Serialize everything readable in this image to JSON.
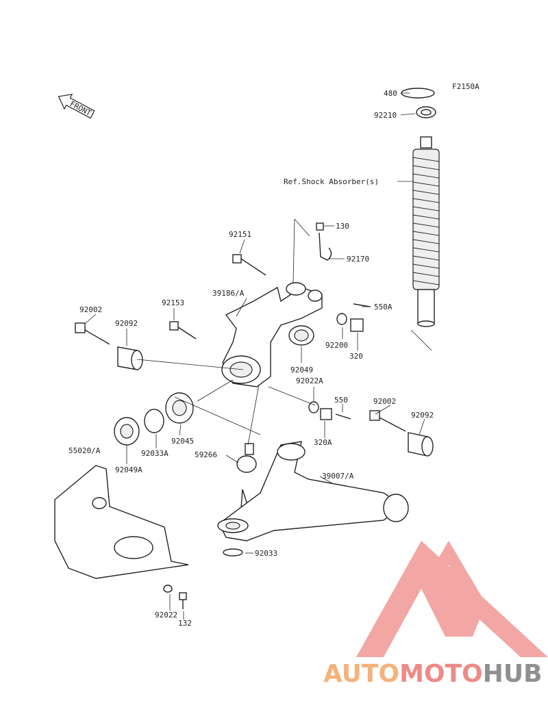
{
  "diagram_code": "F2150A",
  "front_label": "FRONT",
  "ref_note": "Ref.Shock Absorber(s)",
  "labels": {
    "p480": "480",
    "p92210": "92210",
    "p130": "130",
    "p92151": "92151",
    "p92170": "92170",
    "p39186": "39186/A",
    "p550A": "550A",
    "p92153": "92153",
    "p92002a": "92002",
    "p92092a": "92092",
    "p92200": "92200",
    "p320": "320",
    "p92049": "92049",
    "p92022A": "92022A",
    "p550": "550",
    "p92002b": "92002",
    "p92092b": "92092",
    "p92045": "92045",
    "p92033A": "92033A",
    "p55020": "55020/A",
    "p320A": "320A",
    "p59266": "59266",
    "p39007": "39007/A",
    "p92049A": "92049A",
    "p92033": "92033",
    "p92022": "92022",
    "p132": "132"
  },
  "watermark": {
    "part1": "AUTO",
    "part2": "MOTO",
    "part3": "HUB",
    "colors": {
      "orange": "#f5b27a",
      "red": "#ee8a86",
      "grey": "#8f8f8f"
    }
  }
}
